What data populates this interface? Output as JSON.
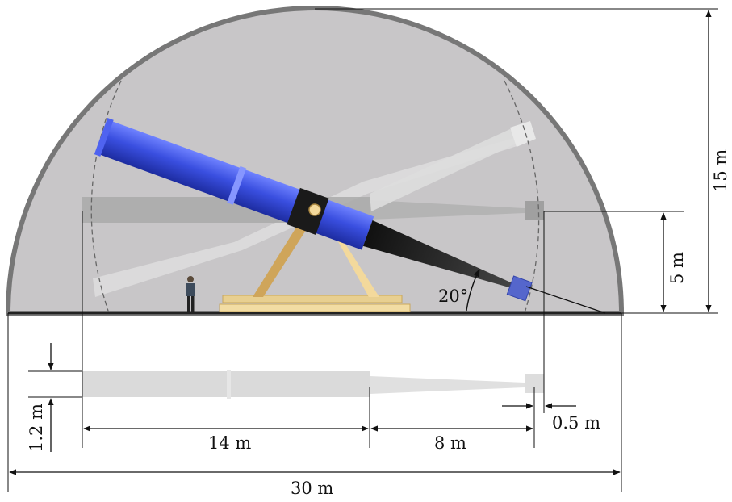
{
  "diagram": {
    "angle_label": "20°",
    "dimensions": {
      "dome_height": "15 m",
      "pivot_height": "5 m",
      "tube_diameter": "1.2 m",
      "tube_length": "14 m",
      "cone_length": "8 m",
      "box_size": "0.5 m",
      "dome_width": "30 m"
    },
    "colors": {
      "dome_fill": "#c8c6c8",
      "dome_outline": "#777777",
      "tube_blue": "#3a4fe0",
      "mount_wood": "#d9b36a",
      "ghost_tube": "#dadada",
      "detector_box": "#5566cc"
    }
  }
}
